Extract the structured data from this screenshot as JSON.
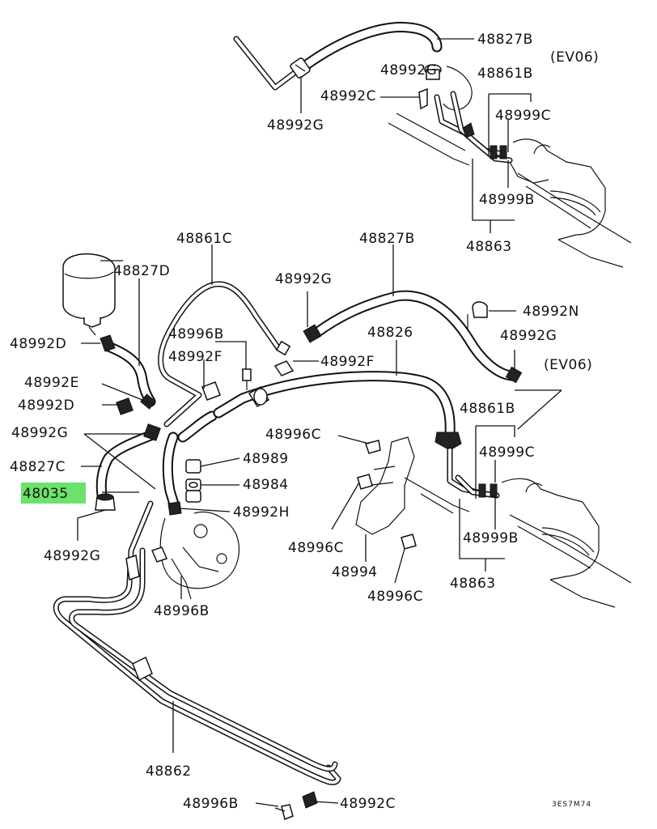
{
  "callouts": {
    "c48827B_top": "48827B",
    "ev06_top": "(EV06)",
    "c48992G_t1": "48992G",
    "c48861B_top": "48861B",
    "c48992C_top": "48992C",
    "c48999C_top": "48999C",
    "c48992G_t2": "48992G",
    "c48999B_top": "48999B",
    "c48863_top": "48863",
    "c48861C": "48861C",
    "c48827B_mid": "48827B",
    "c48827D": "48827D",
    "c48992G_mid": "48992G",
    "c48992N": "48992N",
    "c48992D_1": "48992D",
    "c48996B_1": "48996B",
    "c48826": "48826",
    "c48992G_r": "48992G",
    "c48992F_1": "48992F",
    "c48992F_2": "48992F",
    "ev06_mid": "(EV06)",
    "c48992E": "48992E",
    "c48992D_2": "48992D",
    "c48861B_mid": "48861B",
    "c48992G_l": "48992G",
    "c48996C_1": "48996C",
    "c48999C_mid": "48999C",
    "c48989": "48989",
    "c48827C": "48827C",
    "c48984": "48984",
    "c48035": "48035",
    "c48992H": "48992H",
    "c48999B_mid": "48999B",
    "c48996C_2": "48996C",
    "c48992G_b": "48992G",
    "c48994": "48994",
    "c48863_mid": "48863",
    "c48996C_3": "48996C",
    "c48996B_2": "48996B",
    "c48862": "48862",
    "c48996B_3": "48996B",
    "c48992C_bot": "48992C",
    "code": "3ES7M74"
  },
  "highlight_color": "#6ce26c"
}
